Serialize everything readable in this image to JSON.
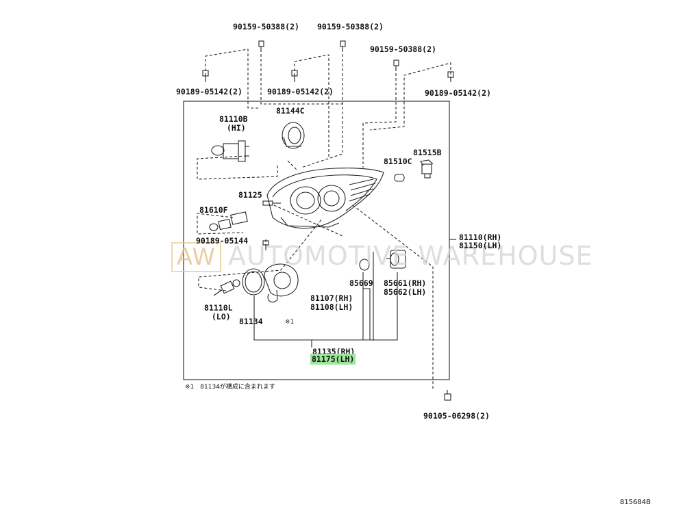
{
  "watermark": {
    "logo": "AW",
    "text": "AUTOMOTIVE WAREHOUSE"
  },
  "labels": {
    "p90159_a": "90159-50388(2)",
    "p90159_b": "90159-50388(2)",
    "p90159_c": "90159-50388(2)",
    "p90189_a": "90189-05142(2)",
    "p90189_b": "90189-05142(2)",
    "p90189_c": "90189-05142(2)",
    "p81110B": "81110B",
    "p81110B_sub": "(HI)",
    "p81144C": "81144C",
    "p81515B": "81515B",
    "p81510C": "81510C",
    "p81125": "81125",
    "p81610F": "81610F",
    "p90189_05144": "90189-05144",
    "p81110_rh": "81110(RH)",
    "p81150_lh": "81150(LH)",
    "p85669": "85669",
    "p85661_rh": "85661(RH)",
    "p85662_lh": "85662(LH)",
    "p81107_rh": "81107(RH)",
    "p81108_lh": "81108(LH)",
    "p81110L": "81110L",
    "p81110L_sub": "(LO)",
    "p81134": "81134",
    "mark1": "※1",
    "p81135_rh": "81135(RH)",
    "p81175_lh": "81175(LH)",
    "p90105": "90105-06298(2)"
  },
  "footnote": "※1　81134が構成に含まれます",
  "diagram_id": "815684B",
  "highlight_color": "#9be69b"
}
